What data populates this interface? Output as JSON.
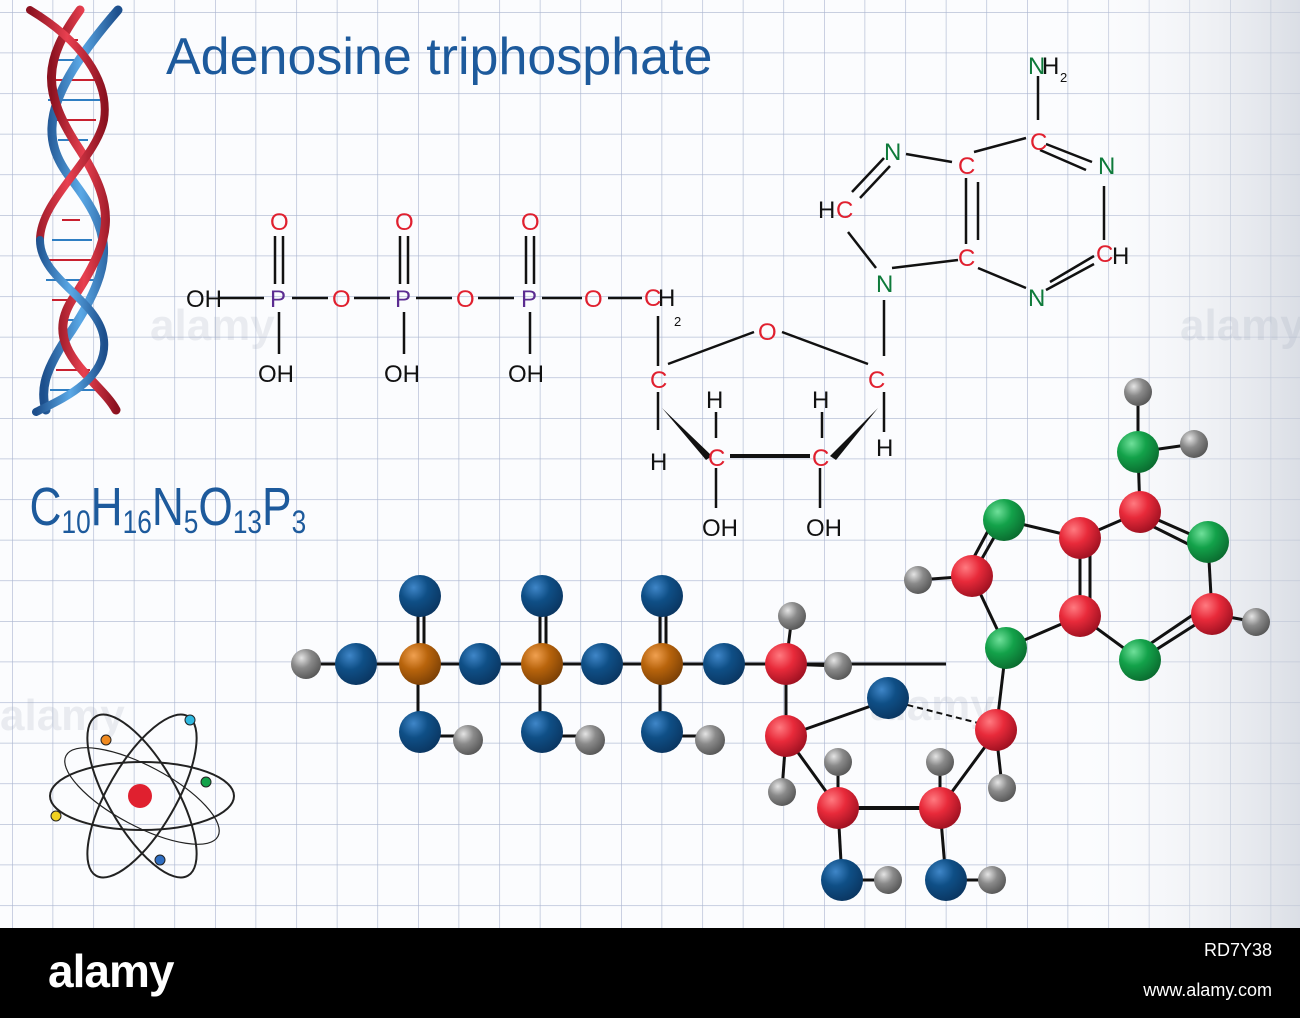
{
  "title": "Adenosine triphosphate",
  "formula": {
    "parts": [
      {
        "text": "C",
        "sub": "10"
      },
      {
        "text": "H",
        "sub": "16"
      },
      {
        "text": "N",
        "sub": "5"
      },
      {
        "text": "O",
        "sub": "13"
      },
      {
        "text": "P",
        "sub": "3"
      }
    ]
  },
  "colors": {
    "title": "#1d5a9c",
    "bond": "#111111",
    "carbon": "#e0202f",
    "oxygen": "#e0202f",
    "nitrogen": "#0e7a3a",
    "phosphorus": "#5b2c91",
    "hydrogen": "#111111",
    "ball_oxygen": "#0f4f86",
    "ball_carbon": "#e82a3a",
    "ball_nitrogen": "#13a24a",
    "ball_phosphorus": "#b8640c",
    "ball_hydrogen": "#8a8a8a",
    "grid": "#a9b4cf",
    "dna_red": "#c8202f",
    "dna_blue": "#2f7ec2"
  },
  "icons": [
    "dna-helix-icon",
    "atom-icon"
  ],
  "watermark_text": "alamy",
  "footer": {
    "logo": "alamy",
    "image_id": "RD7Y38",
    "url": "www.alamy.com"
  }
}
